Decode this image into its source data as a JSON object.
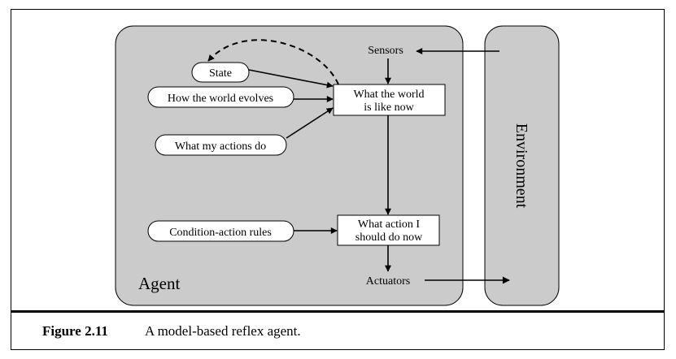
{
  "diagram": {
    "agent_label": "Agent",
    "environment_label": "Environment",
    "sensors": "Sensors",
    "actuators": "Actuators",
    "state": "State",
    "world_evolves": "How the world evolves",
    "actions_do": "What my actions do",
    "rules": "Condition-action rules",
    "world_now_line1": "What the world",
    "world_now_line2": "is like now",
    "action_now_line1": "What action I",
    "action_now_line2": "should do now"
  },
  "caption": {
    "label": "Figure 2.11",
    "text": "A model-based reflex agent."
  },
  "colors": {
    "panel_fill": "#cbcbcb",
    "stroke": "#000000",
    "box_fill": "#ffffff"
  }
}
